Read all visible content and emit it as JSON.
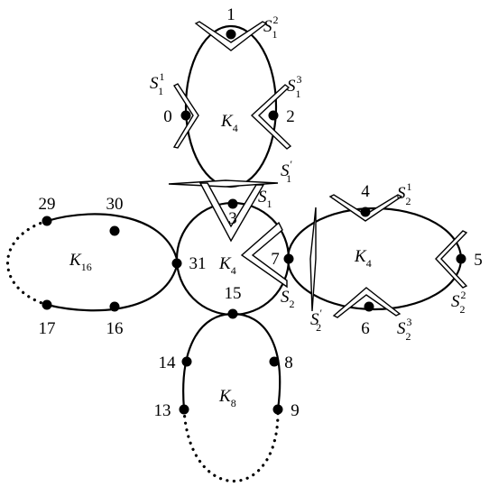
{
  "components": {
    "top": "K",
    "top_sub": "4",
    "center": "K",
    "center_sub": "4",
    "right": "K",
    "right_sub": "4",
    "left": "K",
    "left_sub": "16",
    "bottom": "K",
    "bottom_sub": "8"
  },
  "nodes": [
    "0",
    "1",
    "2",
    "3",
    "4",
    "5",
    "6",
    "7",
    "8",
    "9",
    "13",
    "14",
    "15",
    "16",
    "17",
    "29",
    "30",
    "31"
  ],
  "separators": {
    "S1": {
      "base": "S",
      "sub": "1",
      "sup": ""
    },
    "S1p": {
      "base": "S",
      "sub": "1",
      "sup": "′"
    },
    "S1_1": {
      "base": "S",
      "sub": "1",
      "sup": "1"
    },
    "S1_2": {
      "base": "S",
      "sub": "1",
      "sup": "2"
    },
    "S1_3": {
      "base": "S",
      "sub": "1",
      "sup": "3"
    },
    "S2": {
      "base": "S",
      "sub": "2",
      "sup": ""
    },
    "S2p": {
      "base": "S",
      "sub": "2",
      "sup": "′"
    },
    "S2_1": {
      "base": "S",
      "sub": "2",
      "sup": "1"
    },
    "S2_2": {
      "base": "S",
      "sub": "2",
      "sup": "2"
    },
    "S2_3": {
      "base": "S",
      "sub": "2",
      "sup": "3"
    }
  }
}
